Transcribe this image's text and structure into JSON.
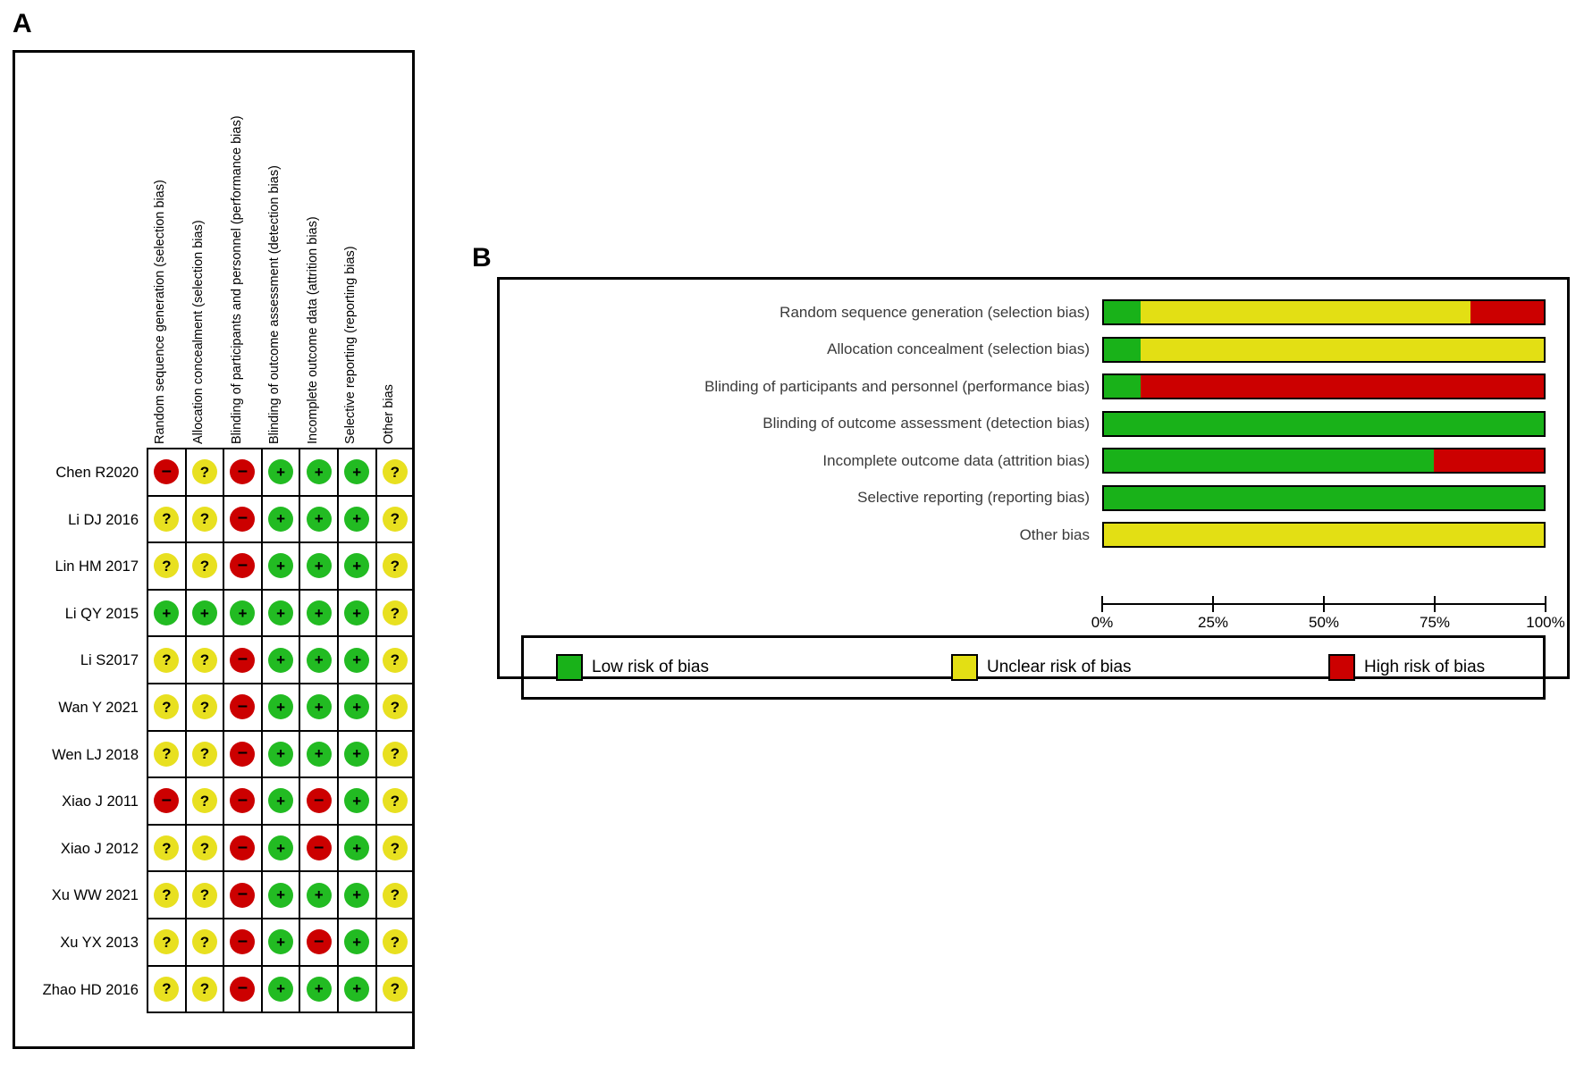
{
  "figure": {
    "panel_a_letter": "A",
    "panel_b_letter": "B"
  },
  "domains": [
    "Random sequence generation (selection bias)",
    "Allocation concealment (selection bias)",
    "Blinding of participants and personnel (performance bias)",
    "Blinding of outcome assessment (detection bias)",
    "Incomplete outcome data (attrition bias)",
    "Selective reporting (reporting bias)",
    "Other bias"
  ],
  "glyphs": {
    "low": "+",
    "unclear": "?",
    "high": "–"
  },
  "colors": {
    "low": "#19b219",
    "unclear": "#e3df14",
    "high": "#cc0000",
    "outline": "#000000",
    "label_text": "#3a3a3a"
  },
  "panel_a": {
    "studies": [
      "Chen R2020",
      "Li DJ 2016",
      "Lin HM 2017",
      "Li QY 2015",
      "Li S2017",
      "Wan Y 2021",
      "Wen LJ 2018",
      "Xiao J 2011",
      "Xiao J 2012",
      "Xu WW 2021",
      "Xu YX 2013",
      "Zhao HD 2016"
    ],
    "judgements": [
      [
        "high",
        "unclear",
        "high",
        "low",
        "low",
        "low",
        "unclear"
      ],
      [
        "unclear",
        "unclear",
        "high",
        "low",
        "low",
        "low",
        "unclear"
      ],
      [
        "unclear",
        "unclear",
        "high",
        "low",
        "low",
        "low",
        "unclear"
      ],
      [
        "low",
        "low",
        "low",
        "low",
        "low",
        "low",
        "unclear"
      ],
      [
        "unclear",
        "unclear",
        "high",
        "low",
        "low",
        "low",
        "unclear"
      ],
      [
        "unclear",
        "unclear",
        "high",
        "low",
        "low",
        "low",
        "unclear"
      ],
      [
        "unclear",
        "unclear",
        "high",
        "low",
        "low",
        "low",
        "unclear"
      ],
      [
        "high",
        "unclear",
        "high",
        "low",
        "high",
        "low",
        "unclear"
      ],
      [
        "unclear",
        "unclear",
        "high",
        "low",
        "high",
        "low",
        "unclear"
      ],
      [
        "unclear",
        "unclear",
        "high",
        "low",
        "low",
        "low",
        "unclear"
      ],
      [
        "unclear",
        "unclear",
        "high",
        "low",
        "high",
        "low",
        "unclear"
      ],
      [
        "unclear",
        "unclear",
        "high",
        "low",
        "low",
        "low",
        "unclear"
      ]
    ]
  },
  "chart_data": {
    "type": "bar",
    "orientation": "horizontal",
    "stacked": true,
    "normalized": true,
    "title": "",
    "xlabel": "",
    "ylabel": "",
    "xlim": [
      0,
      100
    ],
    "grid": false,
    "legend_position": "bottom",
    "tick_labels": [
      "0%",
      "25%",
      "50%",
      "75%",
      "100%"
    ],
    "tick_values": [
      0,
      25,
      50,
      75,
      100
    ],
    "categories": [
      "Random sequence generation (selection bias)",
      "Allocation concealment (selection bias)",
      "Blinding of participants and personnel (performance bias)",
      "Blinding of outcome assessment (detection bias)",
      "Incomplete outcome data (attrition bias)",
      "Selective reporting (reporting bias)",
      "Other bias"
    ],
    "series": [
      {
        "name": "Low risk of bias",
        "color": "#19b219",
        "values": [
          8.3,
          8.3,
          8.3,
          100.0,
          75.0,
          100.0,
          0.0
        ]
      },
      {
        "name": "Unclear risk of bias",
        "color": "#e3df14",
        "values": [
          75.0,
          91.7,
          0.0,
          0.0,
          0.0,
          0.0,
          100.0
        ]
      },
      {
        "name": "High risk of bias",
        "color": "#cc0000",
        "values": [
          16.7,
          0.0,
          91.7,
          0.0,
          25.0,
          0.0,
          0.0
        ]
      }
    ],
    "counts": {
      "total_studies": 12,
      "low": [
        1,
        1,
        1,
        12,
        9,
        12,
        0
      ],
      "unclear": [
        9,
        11,
        0,
        0,
        0,
        0,
        12
      ],
      "high": [
        2,
        0,
        11,
        0,
        3,
        0,
        0
      ]
    }
  },
  "legend": {
    "items": [
      {
        "label": "Low risk of bias",
        "key": "low"
      },
      {
        "label": "Unclear risk of bias",
        "key": "unclear"
      },
      {
        "label": "High risk of bias",
        "key": "high"
      }
    ]
  }
}
